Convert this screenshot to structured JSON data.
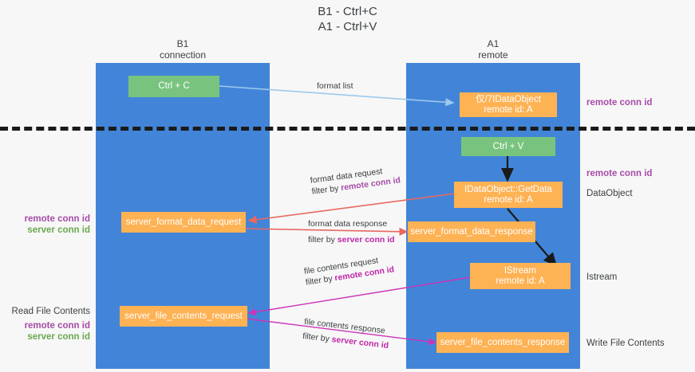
{
  "title": {
    "line1": "B1 - Ctrl+C",
    "line2": "A1 - Ctrl+V"
  },
  "columns": [
    {
      "name": "left-lane",
      "line1": "B1",
      "line2": "connection"
    },
    {
      "name": "right-lane",
      "line1": "A1",
      "line2": "remote"
    }
  ],
  "nodes": {
    "ctrl_c": {
      "line1": "Ctrl + C",
      "line2": ""
    },
    "idataobject": {
      "line1": "仅/7IDataObject",
      "line2": "remote id: A"
    },
    "ctrl_v": {
      "line1": "Ctrl + V",
      "line2": ""
    },
    "getdata": {
      "line1": "IDataObject::GetData",
      "line2": "remote id: A"
    },
    "fmt_req": {
      "line1": "server_format_data_request",
      "line2": ""
    },
    "fmt_resp": {
      "line1": "server_format_data_response",
      "line2": ""
    },
    "istream": {
      "line1": "IStream",
      "line2": "remote id: A"
    },
    "file_req": {
      "line1": "server_file_contents_request",
      "line2": ""
    },
    "file_resp": {
      "line1": "server_file_contents_response",
      "line2": ""
    }
  },
  "edge_labels": {
    "format_list": {
      "text": "format list"
    },
    "fmt_data_request": {
      "l1": "format data request",
      "l2_pre": "filter by ",
      "l2_hl": "remote conn id"
    },
    "fmt_data_response": {
      "l1": "format data response",
      "l2_pre": "filter by ",
      "l2_hl": "server conn id"
    },
    "file_contents_request": {
      "l1": "file contents request",
      "l2_pre": "filter by ",
      "l2_hl": "remote conn id"
    },
    "file_contents_response": {
      "l1": "file contents response",
      "l2_pre": "filter by ",
      "l2_hl": "server conn id"
    }
  },
  "annotations": {
    "right_top": {
      "text": "remote conn id"
    },
    "right_getdata": {
      "text": "remote conn id"
    },
    "right_dataobject": {
      "text": "DataObject"
    },
    "right_istream": {
      "text": "Istream"
    },
    "right_write": {
      "text": "Write File Contents"
    },
    "left_fmt": {
      "l1": "remote conn id",
      "l2": "server conn id"
    },
    "left_read": {
      "l0": "Read File Contents",
      "l1": "remote conn id",
      "l2": "server conn id"
    }
  },
  "colors": {
    "lane": "#4285d8",
    "green_node": "#78c47e",
    "orange_node": "#fdb254",
    "red_arrow": "#e8685f",
    "magenta_arrow": "#cc33b8",
    "blue_arrow": "#9dc9ee",
    "black_arrow": "#1a1a1a",
    "purple_text": "#a64ca6",
    "green_text": "#6aa84f"
  }
}
